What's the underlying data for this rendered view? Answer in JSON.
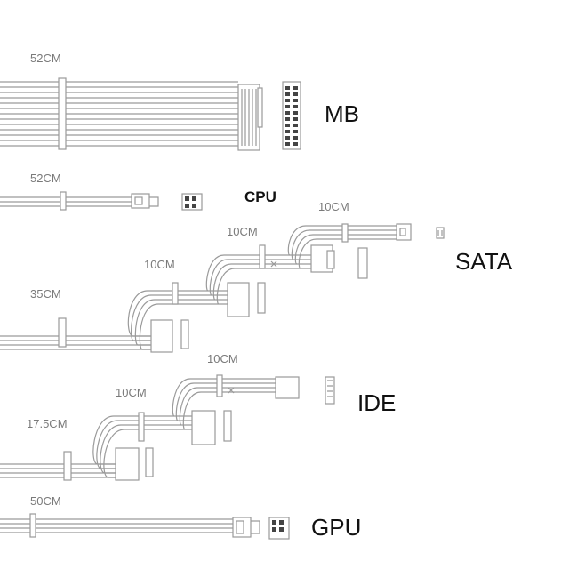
{
  "cables": {
    "mb": {
      "length": "52CM",
      "name": "MB"
    },
    "cpu": {
      "length": "52CM",
      "name": "CPU"
    },
    "sata": {
      "length_main": "35CM",
      "length_seg1": "10CM",
      "length_seg2": "10CM",
      "length_seg3": "10CM",
      "name": "SATA"
    },
    "ide": {
      "length_main": "17.5CM",
      "length_seg1": "10CM",
      "length_seg2": "10CM",
      "name": "IDE"
    },
    "gpu": {
      "length": "50CM",
      "name": "GPU"
    }
  },
  "colors": {
    "line": "#9a9a9a",
    "text_light": "#7a7a7a",
    "text_dark": "#111111",
    "fill": "#ffffff"
  }
}
